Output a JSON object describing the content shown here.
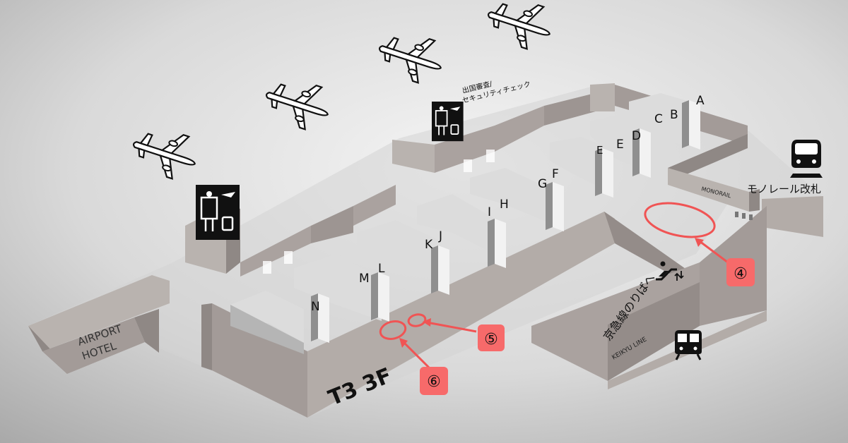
{
  "terminal": {
    "floor_label": "T3 3F"
  },
  "hotel": {
    "line1": "AIRPORT",
    "line2": "HOTEL"
  },
  "departure": {
    "line1": "出国審査/",
    "line2": "セキュリティチェック"
  },
  "monorail": {
    "wall_label": "MONORAIL",
    "gate_label": "モノレール改札"
  },
  "keikyu": {
    "line_label": "京急線のりばへ",
    "wall_label": "KEIKYU LINE"
  },
  "counters": [
    "A",
    "B",
    "C",
    "D",
    "E",
    "F",
    "G",
    "H",
    "I",
    "J",
    "K",
    "L",
    "M",
    "N"
  ],
  "markers": {
    "m4": "④",
    "m5": "⑤",
    "m6": "⑥"
  },
  "colors": {
    "highlight": "#f05454",
    "badge": "#f76a6a",
    "wall": "#aaa29f",
    "floor": "#d6d6d6"
  },
  "icons": [
    "airplane-icon",
    "departure-sign-icon",
    "escalator-icon",
    "train-icon"
  ]
}
